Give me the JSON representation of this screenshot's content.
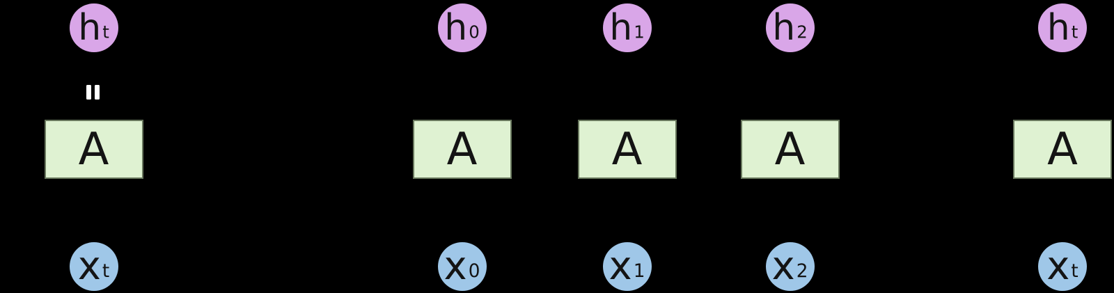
{
  "diagram": {
    "kind": "unrolled-recurrent-neural-network",
    "equals_symbol": "=",
    "cells": [
      {
        "id": "recurrent",
        "hidden_label": "h",
        "hidden_sub": "t",
        "activation_label": "A",
        "input_label": "x",
        "input_sub": "t"
      },
      {
        "id": "step-0",
        "hidden_label": "h",
        "hidden_sub": "0",
        "activation_label": "A",
        "input_label": "x",
        "input_sub": "0"
      },
      {
        "id": "step-1",
        "hidden_label": "h",
        "hidden_sub": "1",
        "activation_label": "A",
        "input_label": "x",
        "input_sub": "1"
      },
      {
        "id": "step-2",
        "hidden_label": "h",
        "hidden_sub": "2",
        "activation_label": "A",
        "input_label": "x",
        "input_sub": "2"
      },
      {
        "id": "step-t",
        "hidden_label": "h",
        "hidden_sub": "t",
        "activation_label": "A",
        "input_label": "x",
        "input_sub": "t"
      }
    ]
  },
  "colors": {
    "background": "#000000",
    "hidden_state_fill": "#d9a6e8",
    "input_fill": "#9fc7e8",
    "activation_fill": "#dff2d2",
    "activation_border": "#69785e",
    "equals_color": "#ffffff",
    "text_color": "#141414"
  }
}
